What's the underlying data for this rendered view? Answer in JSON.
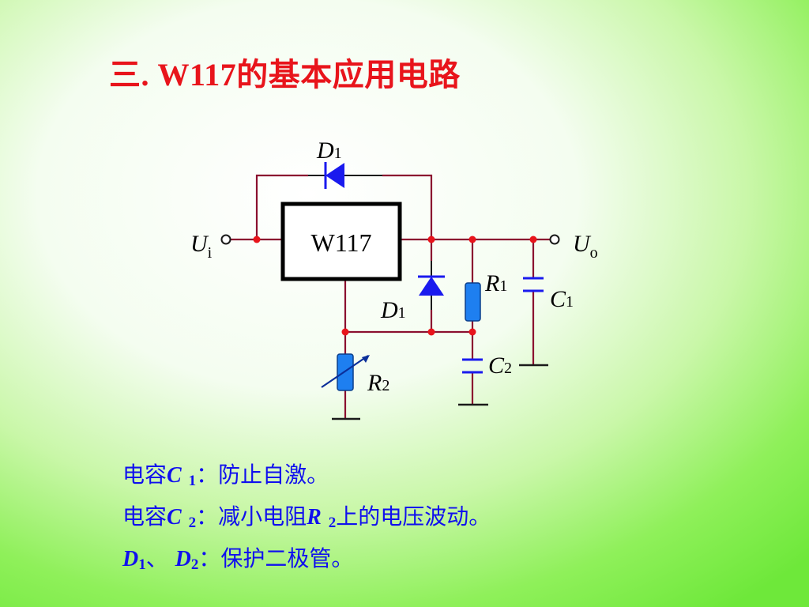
{
  "slide": {
    "title": "三. W117的基本应用电路"
  },
  "circuit": {
    "regulator_label": "W117",
    "input": {
      "symbol": "U",
      "subscript": "i"
    },
    "output": {
      "symbol": "U",
      "subscript": "o"
    },
    "d1_top": {
      "symbol": "D",
      "subscript": "1"
    },
    "d1_mid": {
      "symbol": "D",
      "subscript": "1"
    },
    "r1": {
      "symbol": "R",
      "subscript": "1"
    },
    "r2": {
      "symbol": "R",
      "subscript": "2"
    },
    "c1": {
      "symbol": "C",
      "subscript": "1"
    },
    "c2": {
      "symbol": "C",
      "subscript": "2"
    },
    "colors": {
      "wire": "#8b1030",
      "diode": "#1a1aee",
      "resistor": "#1e7ff0",
      "capacitor": "#1a1aee",
      "node": "#e8141b",
      "box": "#000000"
    }
  },
  "notes": [
    {
      "prefix": "电容",
      "symbol": "C",
      "subscript": "1",
      "suffix": "：防止自激。"
    },
    {
      "prefix": "电容",
      "symbol": "C",
      "subscript": "2",
      "mid": "：减小电阻",
      "symbol2": "R",
      "subscript2": "2",
      "suffix": "上的电压波动。"
    },
    {
      "symbol": "D",
      "subscript": "1",
      "sep": "、",
      "symbol2": "D",
      "subscript2": "2",
      "suffix": "：保护二极管。"
    }
  ]
}
